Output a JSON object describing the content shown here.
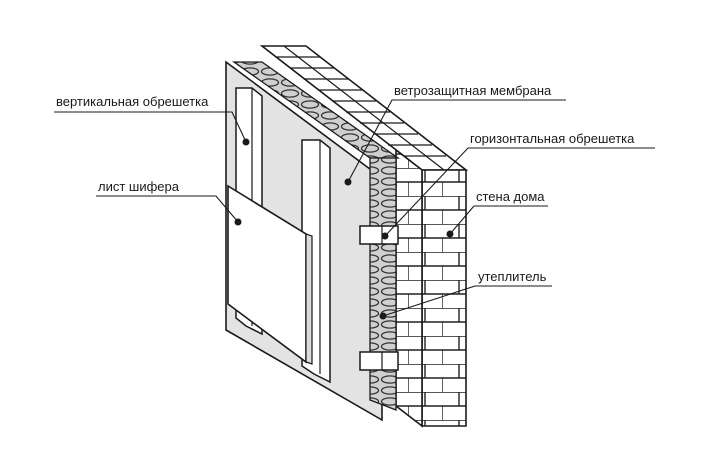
{
  "labels": {
    "vertical_battens": "вертикальная обрешетка",
    "wind_membrane": "ветрозащитная мембрана",
    "horizontal_battens": "горизонтальная обрешетка",
    "slate_sheet": "лист шифера",
    "house_wall": "стена дома",
    "insulation": "утеплитель"
  },
  "colors": {
    "stroke": "#1a1a1a",
    "membrane": "#e3e3e3",
    "brick": "#ffffff",
    "insulation": "#d8d8d8",
    "slate": "#ffffff"
  }
}
